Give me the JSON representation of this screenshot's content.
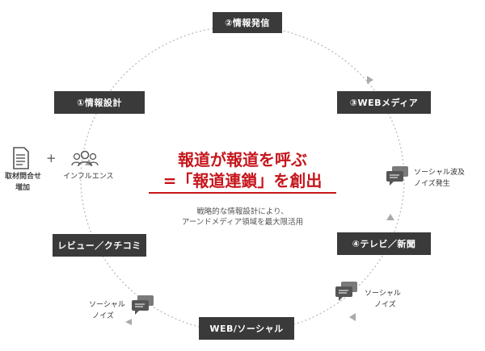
{
  "steps": {
    "information_design": "①情報設計",
    "information_dispatch": "②情報発信",
    "web_media": "③WEBメディア",
    "tv_newspaper": "④テレビ／新聞",
    "web_social": "WEB/ソーシャル",
    "reviews": "レビュー／クチコミ"
  },
  "center": {
    "title_line1": "報道が報道を呼ぶ",
    "title_line2": "=「報道連鎖」を創出",
    "desc_line1": "戦略的な情報設計により、",
    "desc_line2": "アーンドメディア領域を最大限活用"
  },
  "left_inputs": {
    "document_label_line1": "取材問合せ",
    "document_label_line2": "増加",
    "plus": "+",
    "influencer_label": "インフルエンス"
  },
  "notes": {
    "right_top_line1": "ソーシャル波及",
    "right_top_line2": "ノイズ発生",
    "bottom_right_line1": "ソーシャル",
    "bottom_right_line2": "ノイズ",
    "bottom_left_line1": "ソーシャル",
    "bottom_left_line2": "ノイズ"
  },
  "colors": {
    "accent": "#c6161c",
    "box": "#3a3a3a",
    "ring": "#bbbbbb",
    "icon": "#555555"
  },
  "icons": [
    "document-icon",
    "people-icon",
    "chat-bubble-icon"
  ]
}
